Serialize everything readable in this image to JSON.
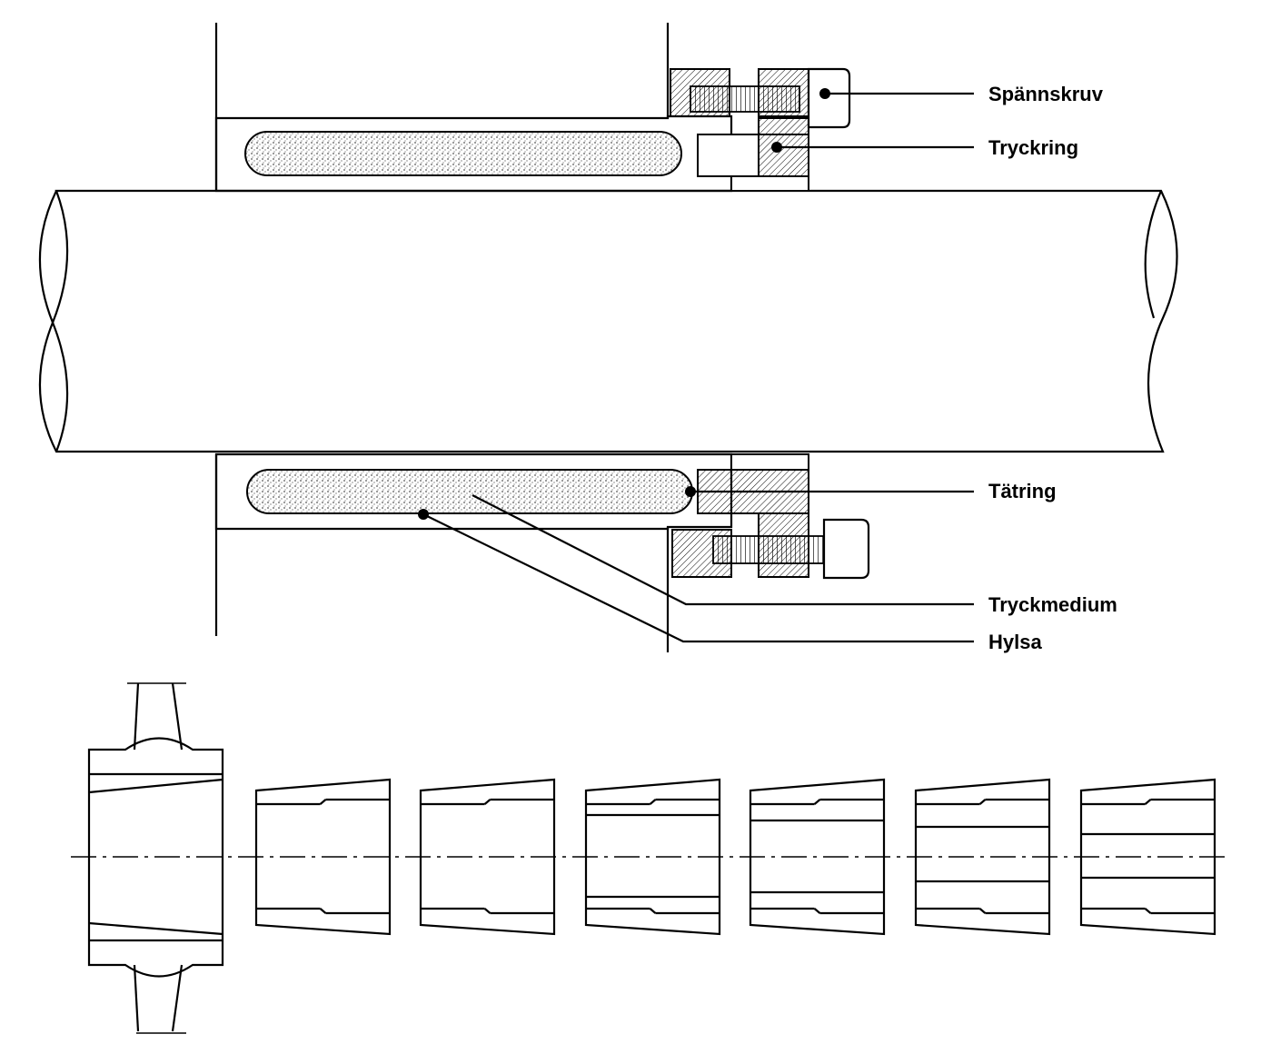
{
  "diagram": {
    "callouts": [
      {
        "id": "spannskruv",
        "label": "Spännskruv"
      },
      {
        "id": "tryckring",
        "label": "Tryckring"
      },
      {
        "id": "tatring",
        "label": "Tätring"
      },
      {
        "id": "tryckmedium",
        "label": "Tryckmedium"
      },
      {
        "id": "hylsa",
        "label": "Hylsa"
      }
    ],
    "colors": {
      "ink": "#000000",
      "paper": "#ffffff",
      "hatch_fill": "#ffffff",
      "medium_stipple": "#555555"
    }
  }
}
